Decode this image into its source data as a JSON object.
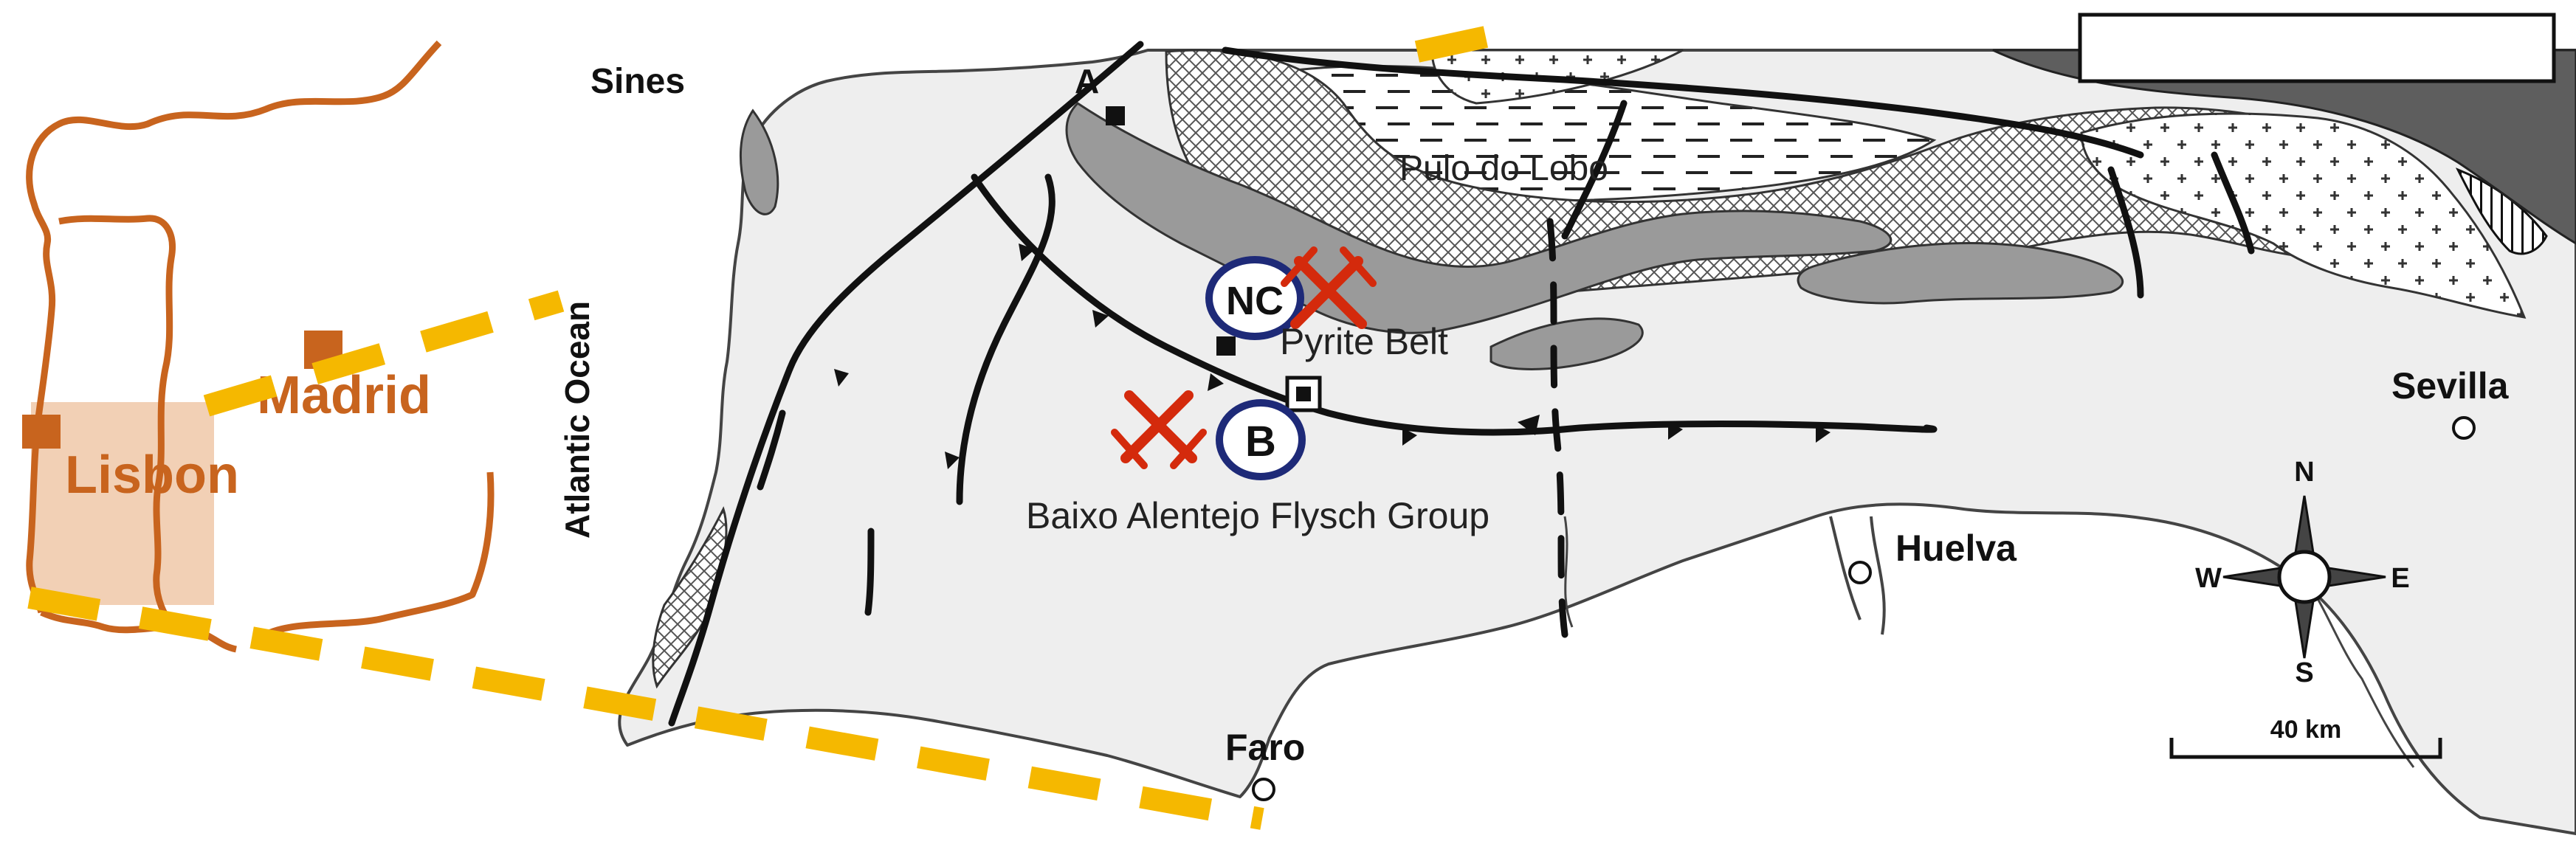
{
  "inset": {
    "cities": [
      {
        "name": "Madrid"
      },
      {
        "name": "Lisbon"
      }
    ],
    "colors": {
      "outline": "#c8641e",
      "highlight": "#f0c8a8",
      "marker": "#c8641e",
      "zoom_lines": "#f5b800"
    }
  },
  "main": {
    "places": {
      "sines": "Sines",
      "a": "A",
      "atlantic": "Atlantic Ocean",
      "faro": "Faro",
      "huelva": "Huelva",
      "sevilla": "Sevilla"
    },
    "units": {
      "pulo": "Pulo do Lobo",
      "pyrite": "Pyrite Belt",
      "baixo": "Baixo Alentejo Flysch Group"
    },
    "sites": [
      {
        "label": "NC",
        "icon": "mine-hammer-icon"
      },
      {
        "label": "B",
        "icon": "mine-hammer-icon"
      }
    ],
    "compass": {
      "n": "N",
      "s": "S",
      "e": "E",
      "w": "W"
    },
    "scale": {
      "label": "40 km"
    },
    "colors": {
      "site_circle": "#1e2a78",
      "mine_icon": "#d42a0c",
      "light_fill": "#eeeeee",
      "mid_fill": "#9a9a9a",
      "dark_fill": "#5e5e5e"
    }
  }
}
